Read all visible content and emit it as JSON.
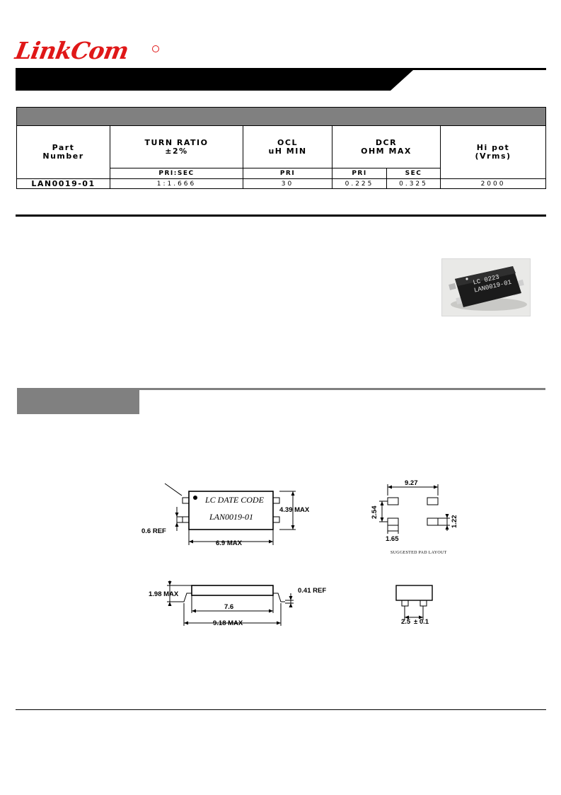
{
  "brand": {
    "name": "LinkCom",
    "color": "#e01818"
  },
  "spec_table": {
    "headers": {
      "part_number": "Part Number",
      "turn_ratio": "TURN RATIO",
      "turn_ratio_tol": "±2%",
      "ocl": "OCL",
      "ocl_unit": "uH MIN",
      "dcr": "DCR",
      "dcr_unit": "OHM MAX",
      "hipot": "Hi pot",
      "hipot_unit": "(Vrms)"
    },
    "subheaders": {
      "turn_ratio": "PRI:SEC",
      "ocl": "PRI",
      "dcr_pri": "PRI",
      "dcr_sec": "SEC"
    },
    "rows": [
      {
        "part_number": "LAN0019-01",
        "turn_ratio": "1:1.666",
        "ocl": "30",
        "dcr_pri": "0.225",
        "dcr_sec": "0.325",
        "hipot": "2000"
      }
    ]
  },
  "photo": {
    "marking_line1": "LC  0223",
    "marking_line2": "LAN0019-01"
  },
  "drawing": {
    "top_view": {
      "marking_line1": "LC   DATE CODE",
      "marking_line2": "LAN0019-01",
      "height_label": "4.39 MAX",
      "width_label": "6.9 MAX",
      "lead_ref_label": "0.6 REF"
    },
    "pad_layout": {
      "width_label": "9.27",
      "pitch_label": "2.54",
      "pad_height_label": "1.22",
      "pad_width_label": "1.65",
      "caption": "SUGGESTED PAD LAYOUT"
    },
    "side_view": {
      "height_label": "1.98 MAX",
      "lead_ref_label": "0.41 REF",
      "inner_label": "7.6",
      "overall_label": "9.18 MAX"
    },
    "end_view": {
      "pitch_label": "2.5",
      "tolerance_label": "± 0.1"
    }
  }
}
